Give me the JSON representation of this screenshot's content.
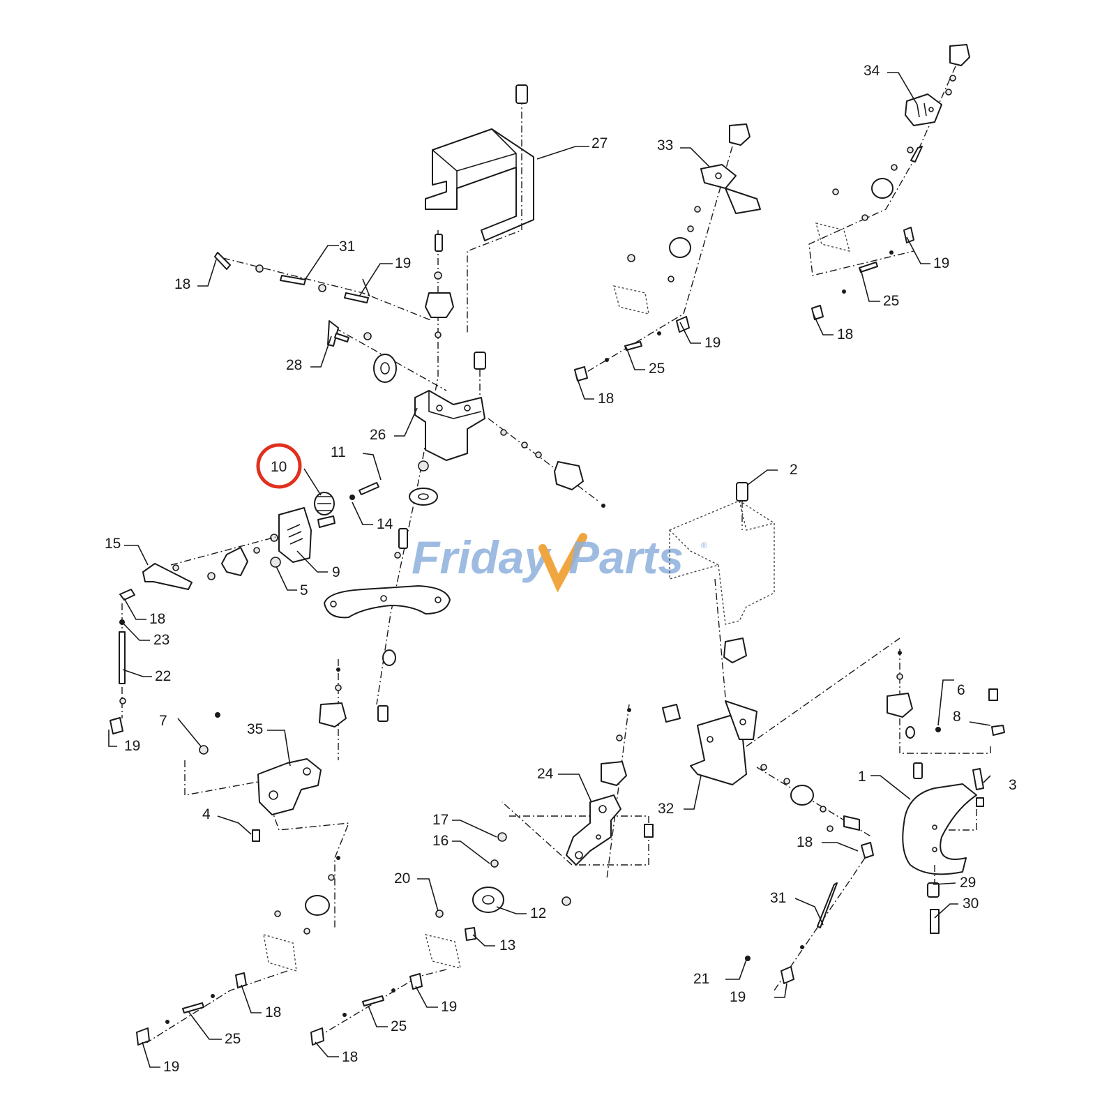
{
  "watermark": {
    "brand": "FridayParts",
    "accent_color": "#f0a640",
    "text_color": "#8eb0dc"
  },
  "highlight": {
    "callout": "10",
    "color": "#e0301e"
  },
  "callouts": {
    "c27": "27",
    "c31a": "31",
    "c19a": "19",
    "c18a": "18",
    "c28": "28",
    "c26": "26",
    "c33": "33",
    "c19b": "19",
    "c25a": "25",
    "c18b": "18",
    "c34": "34",
    "c19c": "19",
    "c25b": "25",
    "c18c": "18",
    "c10": "10",
    "c11": "11",
    "c14": "14",
    "c9": "9",
    "c5": "5",
    "c15": "15",
    "c18d": "18",
    "c23": "23",
    "c22": "22",
    "c19d": "19",
    "c2": "2",
    "c7": "7",
    "c35": "35",
    "c4": "4",
    "c24": "24",
    "c32": "32",
    "c6": "6",
    "c8": "8",
    "c3": "3",
    "c1": "1",
    "c17": "17",
    "c16": "16",
    "c20": "20",
    "c12": "12",
    "c13": "13",
    "c18e": "18",
    "c31b": "31",
    "c29": "29",
    "c30": "30",
    "c21": "21",
    "c19e": "19",
    "c18f": "18",
    "c25c": "25",
    "c19f": "19",
    "c19g": "19",
    "c25d": "25",
    "c18g": "18"
  }
}
